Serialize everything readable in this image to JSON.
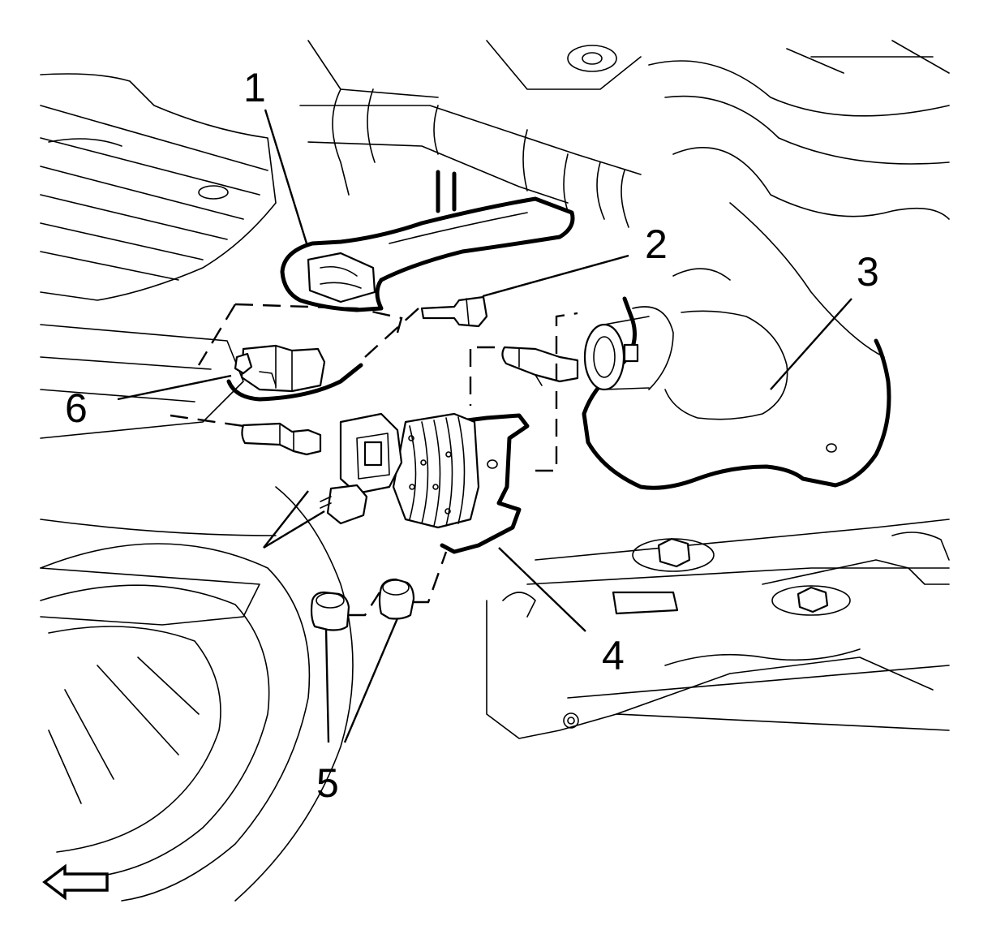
{
  "callouts": {
    "c1": "1",
    "c2": "2",
    "c3": "3",
    "c4": "4",
    "c5": "5",
    "c6": "6"
  },
  "icons": {
    "direction_arrow": "left-arrow-icon"
  },
  "colors": {
    "ink": "#000000",
    "paper": "#ffffff"
  }
}
